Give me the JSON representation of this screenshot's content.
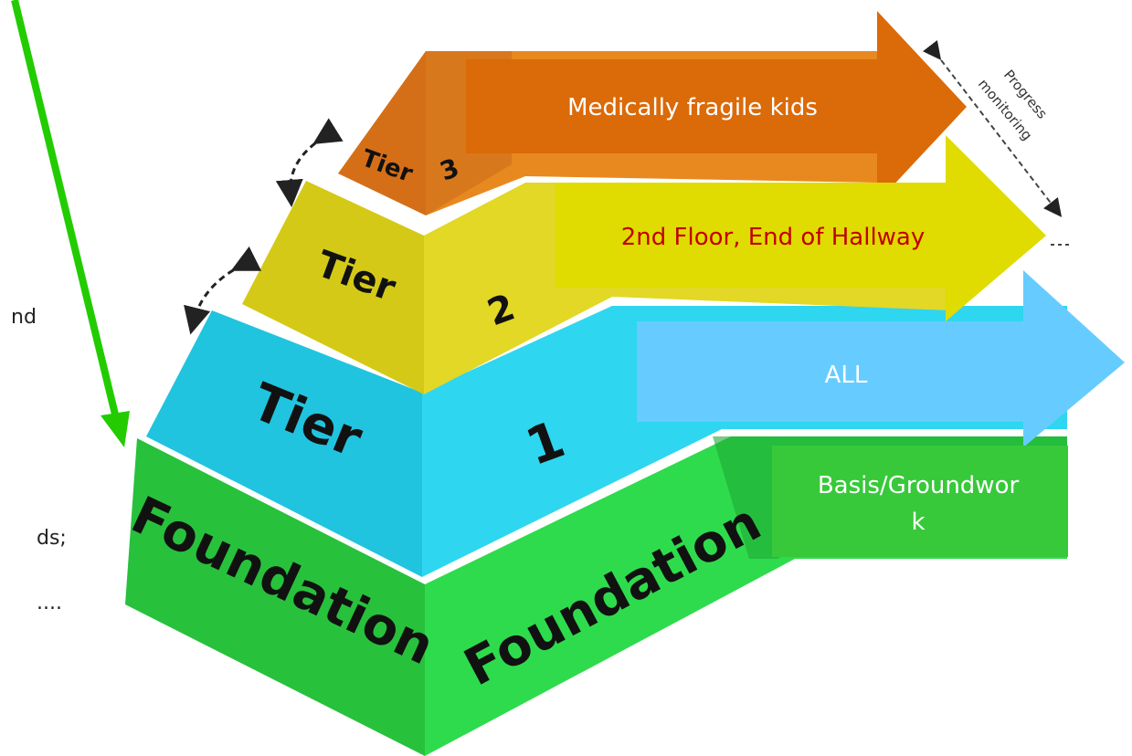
{
  "pyramid": {
    "tier3": {
      "word": "Tier",
      "number": "3"
    },
    "tier2": {
      "word": "Tier",
      "number": "2"
    },
    "tier1": {
      "word": "Tier",
      "number": "1"
    },
    "foundation": {
      "left": "Foundation",
      "right": "Foundation"
    }
  },
  "arrows": {
    "tier3_label": "Medically fragile kids",
    "tier2_label": "2nd Floor, End of Hallway",
    "tier1_label": "ALL"
  },
  "foundation_box": {
    "label": "Basis/Groundwork"
  },
  "progress": {
    "line1": "Progress",
    "line2": "monitoring"
  },
  "side_fragments": {
    "frag1": "nd",
    "frag2": "ds;",
    "frag3": "...."
  },
  "colors": {
    "tier3": "#e07a1e",
    "tier2": "#ddd21c",
    "tier1": "#2fd0ea",
    "foundation": "#2ed24a",
    "arrow_tier3": "#db6a08",
    "arrow_tier2": "#e0db00",
    "arrow_tier1": "#66ccff",
    "foundation_box": "#37c93a",
    "green_pointer": "#22cc00"
  }
}
